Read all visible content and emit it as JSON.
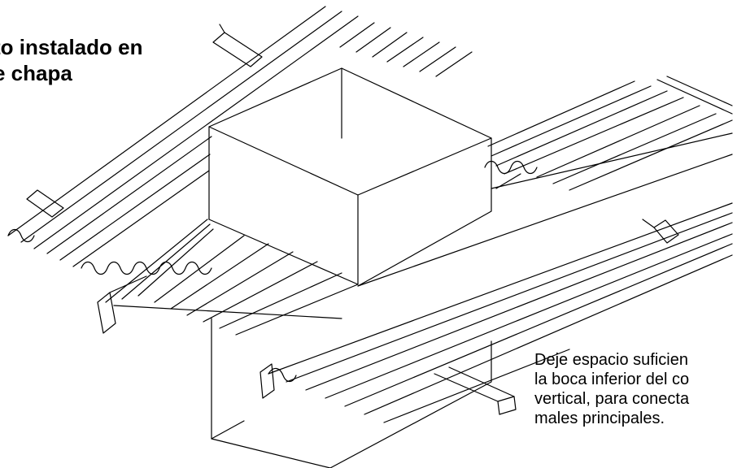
{
  "title": {
    "line1": "to instalado en",
    "line2": "e chapa"
  },
  "note": {
    "line1": "Deje espacio suficien",
    "line2": "la boca inferior del co",
    "line3": "vertical, para conecta",
    "line4": "males principales."
  },
  "illustration": {
    "subject": "rectangular duct through corrugated sheet roof",
    "line_color": "#000000",
    "background": "#ffffff"
  }
}
